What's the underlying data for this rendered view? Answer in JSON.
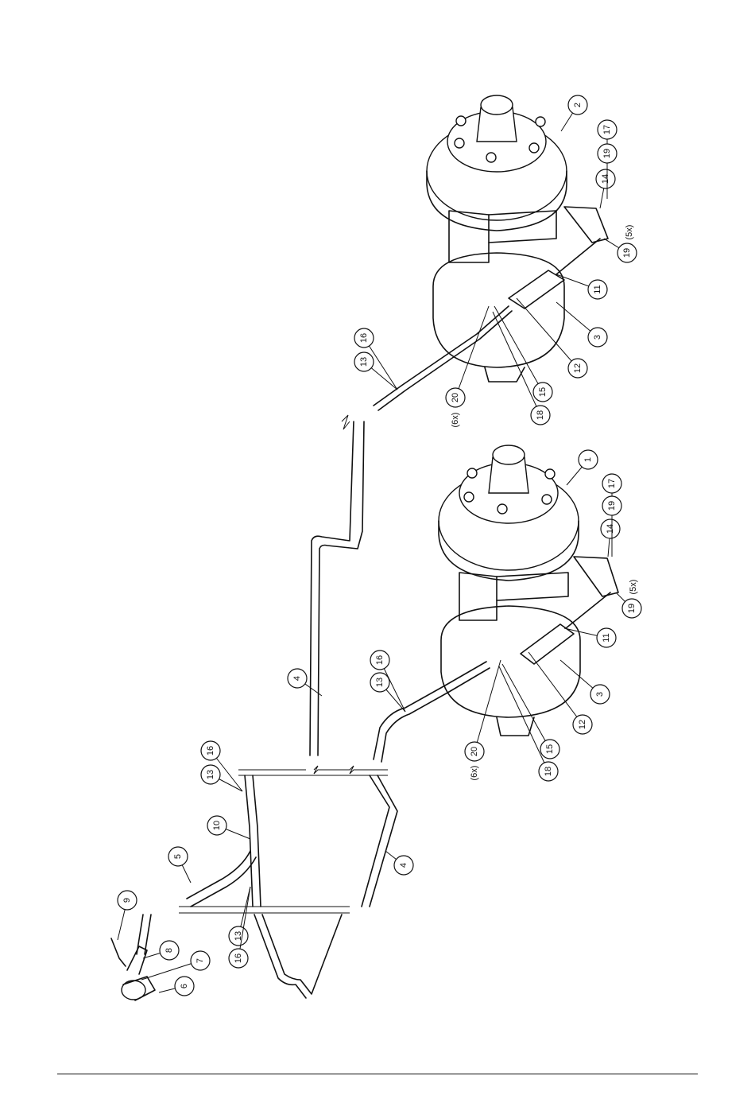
{
  "callouts": [
    {
      "id": "c1",
      "label": "1"
    },
    {
      "id": "c2",
      "label": "2"
    },
    {
      "id": "c3a",
      "label": "3"
    },
    {
      "id": "c3b",
      "label": "3"
    },
    {
      "id": "c4a",
      "label": "4"
    },
    {
      "id": "c4b",
      "label": "4"
    },
    {
      "id": "c5",
      "label": "5"
    },
    {
      "id": "c6",
      "label": "6"
    },
    {
      "id": "c7",
      "label": "7"
    },
    {
      "id": "c8",
      "label": "8"
    },
    {
      "id": "c9",
      "label": "9"
    },
    {
      "id": "c10",
      "label": "10"
    },
    {
      "id": "c11a",
      "label": "11"
    },
    {
      "id": "c11b",
      "label": "11"
    },
    {
      "id": "c12a",
      "label": "12"
    },
    {
      "id": "c12b",
      "label": "12"
    },
    {
      "id": "c13a",
      "label": "13"
    },
    {
      "id": "c13b",
      "label": "13"
    },
    {
      "id": "c13c",
      "label": "13"
    },
    {
      "id": "c13d",
      "label": "13"
    },
    {
      "id": "c14a",
      "label": "14"
    },
    {
      "id": "c14b",
      "label": "14"
    },
    {
      "id": "c15a",
      "label": "15"
    },
    {
      "id": "c15b",
      "label": "15"
    },
    {
      "id": "c16a",
      "label": "16"
    },
    {
      "id": "c16b",
      "label": "16"
    },
    {
      "id": "c16c",
      "label": "16"
    },
    {
      "id": "c16d",
      "label": "16"
    },
    {
      "id": "c17a",
      "label": "17"
    },
    {
      "id": "c17b",
      "label": "17"
    },
    {
      "id": "c18a",
      "label": "18"
    },
    {
      "id": "c18b",
      "label": "18"
    },
    {
      "id": "c19a",
      "label": "19"
    },
    {
      "id": "c19b",
      "label": "19"
    },
    {
      "id": "c19c",
      "label": "19"
    },
    {
      "id": "c19d",
      "label": "19"
    },
    {
      "id": "c20a",
      "label": "20"
    },
    {
      "id": "c20b",
      "label": "20"
    }
  ],
  "quantity_notes": [
    {
      "id": "q6xa",
      "label": "(6x)"
    },
    {
      "id": "q5xa",
      "label": "(5x)"
    },
    {
      "id": "q6xb",
      "label": "(6x)"
    },
    {
      "id": "q5xb",
      "label": "(5x)"
    }
  ]
}
